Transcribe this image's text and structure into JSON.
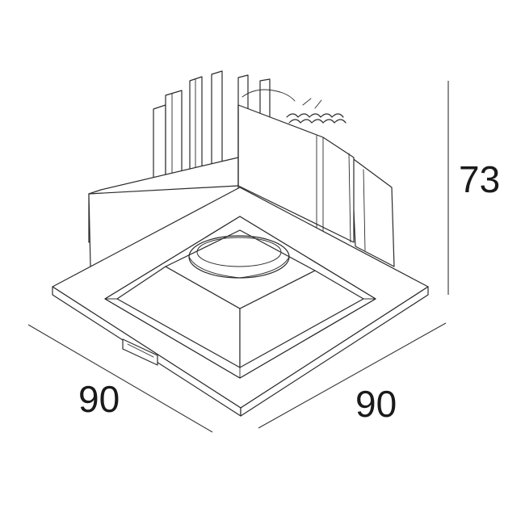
{
  "dimensions": {
    "height": "73",
    "width_left": "90",
    "width_right": "90"
  },
  "colors": {
    "line": "#2b2b2b",
    "background": "#ffffff"
  }
}
